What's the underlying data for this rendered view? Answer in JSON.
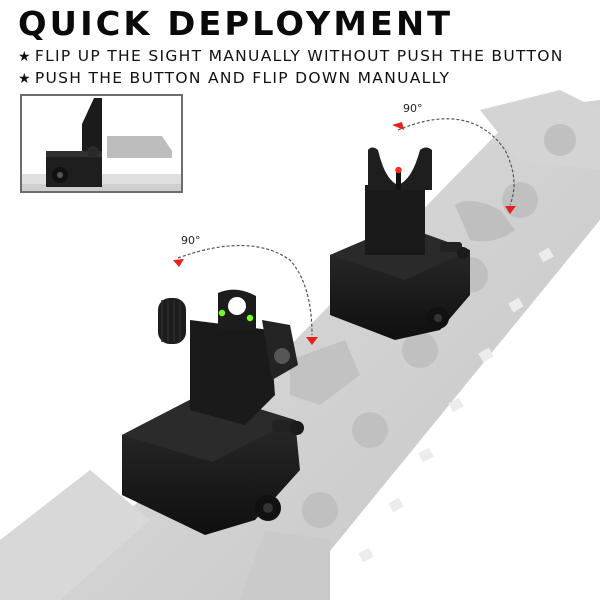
{
  "header": {
    "title": "QUICK DEPLOYMENT",
    "bullets": [
      {
        "icon": "star-icon",
        "text": "FLIP UP THE SIGHT MANUALLY WITHOUT PUSH THE BUTTON"
      },
      {
        "icon": "star-icon",
        "text": "PUSH THE BUTTON AND FLIP DOWN MANUALLY"
      }
    ],
    "star_glyph": "★"
  },
  "annotations": {
    "front_sight_angle": "90°",
    "rear_sight_angle": "90°"
  },
  "colors": {
    "text": "#0a0a0a",
    "sight_body": "#1c1c1c",
    "rail_ghost": "#cfcfcf",
    "arrow_red": "#e8201c",
    "fiber_red": "#ff2a1f",
    "fiber_green": "#7aff2a",
    "inset_border": "#6d6d6d"
  }
}
